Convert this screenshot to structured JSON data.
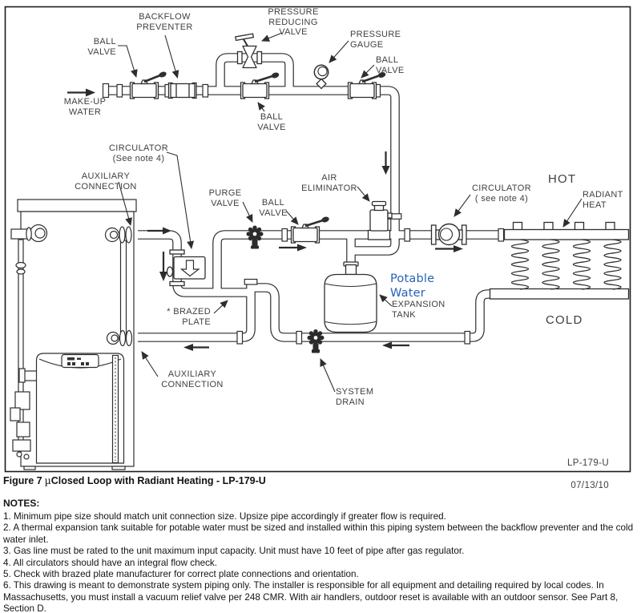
{
  "colors": {
    "line": "#2e2e2e",
    "label": "#3f3f3f",
    "potable_blue": "#2463b6"
  },
  "diagram": {
    "labels": {
      "backflow_preventer": "BACKFLOW\nPREVENTER",
      "pressure_reducing_valve": "PRESSURE REDUCING\nVALVE",
      "ball_valve_left": "BALL\nVALVE",
      "make_up_water": "MAKE-UP\nWATER",
      "pressure_gauge": "PRESSURE\nGAUGE",
      "ball_valve_top_right": "BALL\nVALVE",
      "ball_valve_top_mid": "BALL\nVALVE",
      "circulator_primary": "CIRCULATOR\n(See note 4)",
      "auxiliary_connection_upper": "AUXILIARY\nCONNECTION",
      "purge_valve": "PURGE\nVALVE",
      "ball_valve_loop": "BALL\nVALVE",
      "air_eliminator": "AIR\nELIMINATOR",
      "circulator_radiant": "CIRCULATOR\n( see note 4)",
      "hot": "HOT",
      "radiant_heat": "RADIANT\nHEAT",
      "potable_water": "Potable\nWater",
      "expansion_tank": "EXPANSION\nTANK",
      "brazed_plate": "* BRAZED\nPLATE",
      "auxiliary_connection_lower": "AUXILIARY\nCONNECTION",
      "system_drain": "SYSTEM\nDRAIN",
      "cold": "COLD"
    },
    "title_block": {
      "number": "LP-179-U",
      "date": "07/13/10"
    }
  },
  "caption": {
    "figure": "Figure 7",
    "mu": "µ",
    "title": "Closed Loop with Radiant Heating - LP-179-U"
  },
  "notes": {
    "heading": "NOTES:",
    "items": [
      "1. Minimum pipe size should match unit connection size. Upsize pipe accordingly if greater flow is required.",
      "2. A thermal expansion tank suitable for potable water must be sized and installed within this piping system between the backflow preventer and the cold water inlet.",
      "3. Gas line must be rated to the unit maximum input capacity. Unit must have 10 feet of pipe after gas regulator.",
      "4. All circulators should have an integral flow check.",
      "5. Check with brazed plate manufacturer for correct plate connections and orientation.",
      "6. This drawing is meant to demonstrate system piping only. The installer is responsible for all equipment and detailing required by local codes. In Massachusetts, you must install a vacuum relief valve per 248 CMR. With air handlers, outdoor reset is available with an outdoor sensor. See Part 8, Section D."
    ]
  }
}
